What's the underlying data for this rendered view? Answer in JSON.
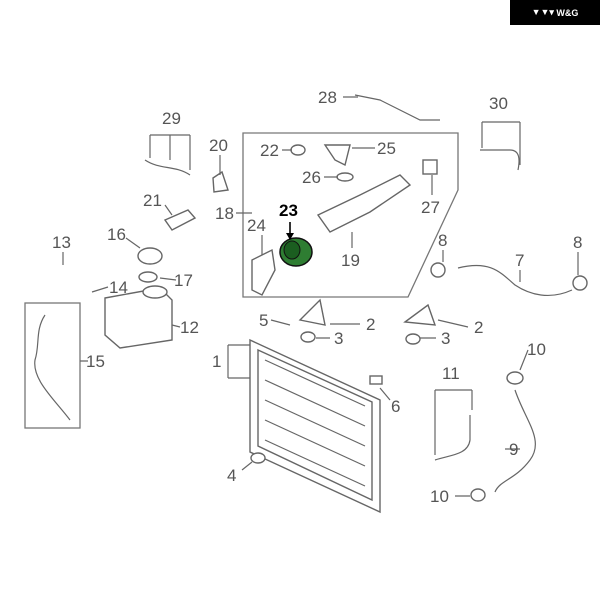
{
  "logo": {
    "text": "W&G",
    "mark": "▼▼▾"
  },
  "callouts": {
    "c28": "28",
    "c29": "29",
    "c30": "30",
    "c20": "20",
    "c22": "22",
    "c25": "25",
    "c26": "26",
    "c27": "27",
    "c21": "21",
    "c18": "18",
    "c23": "23",
    "c24": "24",
    "c19": "19",
    "c13": "13",
    "c16": "16",
    "c8a": "8",
    "c8b": "8",
    "c7": "7",
    "c17": "17",
    "c14": "14",
    "c12": "12",
    "c5": "5",
    "c2a": "2",
    "c2b": "2",
    "c3a": "3",
    "c3b": "3",
    "c15": "15",
    "c1": "1",
    "c10a": "10",
    "c11": "11",
    "c6": "6",
    "c9": "9",
    "c4": "4",
    "c10b": "10"
  },
  "highlight": {
    "part": "23",
    "color": "#2e7d32"
  }
}
